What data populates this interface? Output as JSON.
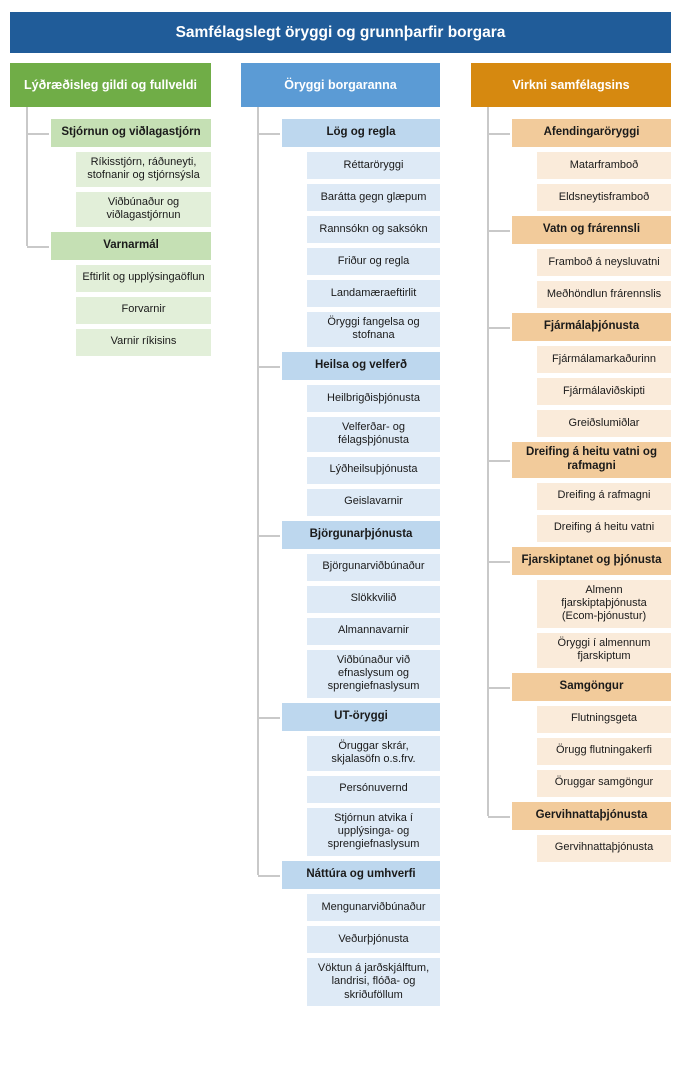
{
  "title": "Samfélagslegt öryggi og grunnþarfir borgara",
  "colors": {
    "title_bar": "#205C99",
    "green_header": "#70AD47",
    "green_group": "#C5E0B4",
    "green_leaf": "#E2EFD9",
    "blue_header": "#5B9BD5",
    "blue_group": "#BDD7EE",
    "blue_leaf": "#DEEAF6",
    "orange_header": "#D68910",
    "orange_group": "#F2CB9B",
    "orange_leaf": "#FAEBDA",
    "connector": "#C9C9C9"
  },
  "columns": [
    {
      "id": "green",
      "header": "Lýðræðisleg gildi og fullveldi",
      "groups": [
        {
          "header": "Stjórnun og viðlagastjórn",
          "items": [
            "Ríkisstjórn, ráðuneyti, stofnanir og stjórnsýsla",
            "Viðbúnaður og viðlagastjórnun"
          ]
        },
        {
          "header": "Varnarmál",
          "items": [
            "Eftirlit og upplýsingaöflun",
            "Forvarnir",
            "Varnir ríkisins"
          ]
        }
      ]
    },
    {
      "id": "blue",
      "header": "Öryggi borgaranna",
      "groups": [
        {
          "header": "Lög og regla",
          "items": [
            "Réttaröryggi",
            "Barátta gegn glæpum",
            "Rannsókn og saksókn",
            "Friður og regla",
            "Landamæraeftirlit",
            "Öryggi fangelsa og stofnana"
          ]
        },
        {
          "header": "Heilsa og velferð",
          "items": [
            "Heilbrigðisþjónusta",
            "Velferðar- og félagsþjónusta",
            "Lýðheilsuþjónusta",
            "Geislavarnir"
          ]
        },
        {
          "header": "Björgunarþjónusta",
          "items": [
            "Björgunarviðbúnaður",
            "Slökkvilið",
            "Almannavarnir",
            "Viðbúnaður við efnaslysum og sprengiefnaslysum"
          ]
        },
        {
          "header": "UT-öryggi",
          "items": [
            "Öruggar skrár, skjalasöfn o.s.frv.",
            "Persónuvernd",
            "Stjórnun atvika í upplýsinga- og sprengiefnaslysum"
          ]
        },
        {
          "header": "Náttúra og umhverfi",
          "items": [
            "Mengunarviðbúnaður",
            "Veðurþjónusta",
            "Vöktun á jarðskjálftum, landrisi, flóða- og skriðuföllum"
          ]
        }
      ]
    },
    {
      "id": "orange",
      "header": "Virkni samfélagsins",
      "groups": [
        {
          "header": "Afendingaröryggi",
          "items": [
            "Matarframboð",
            "Eldsneytisframboð"
          ]
        },
        {
          "header": "Vatn og frárennsli",
          "items": [
            "Framboð á neysluvatni",
            "Meðhöndlun frárennslis"
          ]
        },
        {
          "header": "Fjármálaþjónusta",
          "items": [
            "Fjármálamarkaðurinn",
            "Fjármálaviðskipti",
            "Greiðslumiðlar"
          ]
        },
        {
          "header": "Dreifing á heitu vatni og rafmagni",
          "items": [
            "Dreifing á rafmagni",
            "Dreifing á heitu vatni"
          ]
        },
        {
          "header": "Fjarskiptanet og þjónusta",
          "items": [
            "Almenn fjarskiptaþjónusta (Ecom-þjónustur)",
            "Öryggi í almennum fjarskiptum"
          ]
        },
        {
          "header": "Samgöngur",
          "items": [
            "Flutningsgeta",
            "Örugg flutningakerfi",
            "Öruggar samgöngur"
          ]
        },
        {
          "header": "Gervihnattaþjónusta",
          "items": [
            "Gervihnattaþjónusta"
          ]
        }
      ]
    }
  ]
}
